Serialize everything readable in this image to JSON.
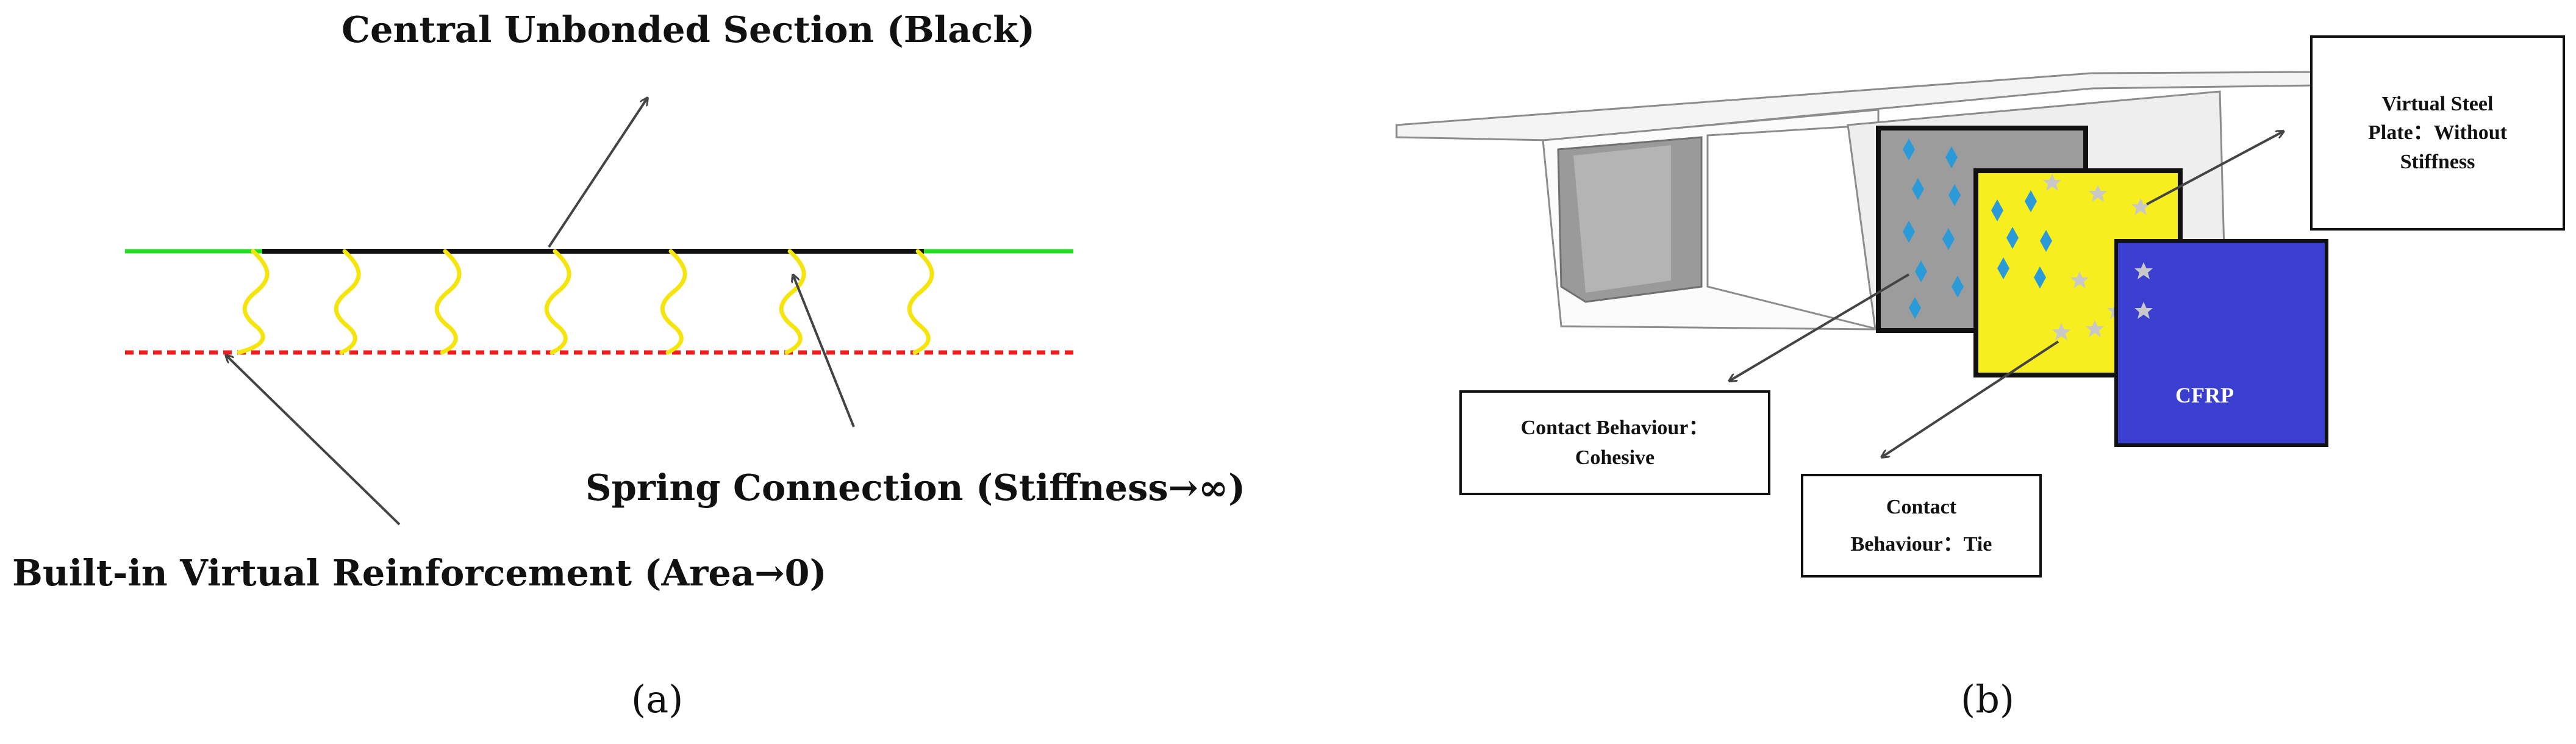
{
  "panel_a": {
    "label_central": "Central Unbonded Section (Black)",
    "label_spring": "Spring Connection (Stiffness→∞)",
    "label_reinforcement": "Built-in Virtual Reinforcement (Area→0)",
    "caption": "(a)"
  },
  "panel_b": {
    "virtual_plate_line1": "Virtual Steel",
    "virtual_plate_line2": "Plate：Without",
    "virtual_plate_line3": "Stiffness",
    "cohesive_line1": "Contact Behaviour：",
    "cohesive_line2": "Cohesive",
    "tie_line1": "Contact",
    "tie_line2": "Behaviour：Tie",
    "cfrp": "CFRP",
    "caption": "(b)"
  },
  "colors": {
    "green_line": "#22dd22",
    "black_section": "#111111",
    "spring_yellow": "#f5e50c",
    "red_dashed": "#ee1c1c",
    "yellow_plate": "#f7ee1f",
    "cfrp_blue": "#3a3fd0",
    "grey_plate": "#9c9c9c",
    "diamond_blue": "#2b9ad8",
    "star_grey": "#c8c8c8"
  }
}
